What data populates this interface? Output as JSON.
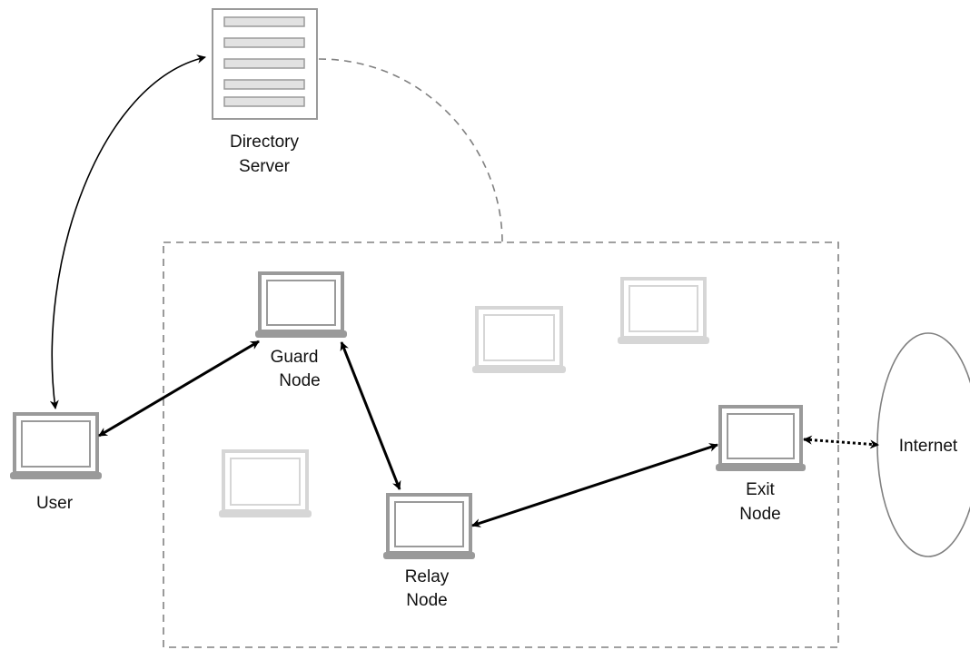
{
  "nodes": {
    "directory_server": {
      "label_line1": "Directory",
      "label_line2": "Server"
    },
    "user": {
      "label": "User"
    },
    "guard": {
      "label_line1": "Guard",
      "label_line2": "Node"
    },
    "relay": {
      "label_line1": "Relay",
      "label_line2": "Node"
    },
    "exit": {
      "label_line1": "Exit",
      "label_line2": "Node"
    },
    "internet": {
      "label": "Internet"
    }
  },
  "colors": {
    "active_laptop": "#9a9a9a",
    "inactive_laptop": "#d6d6d6",
    "server": "#9a9a9a",
    "server_slot": "#e2e2e2",
    "dashed": "#808080",
    "arrow": "#000000"
  }
}
